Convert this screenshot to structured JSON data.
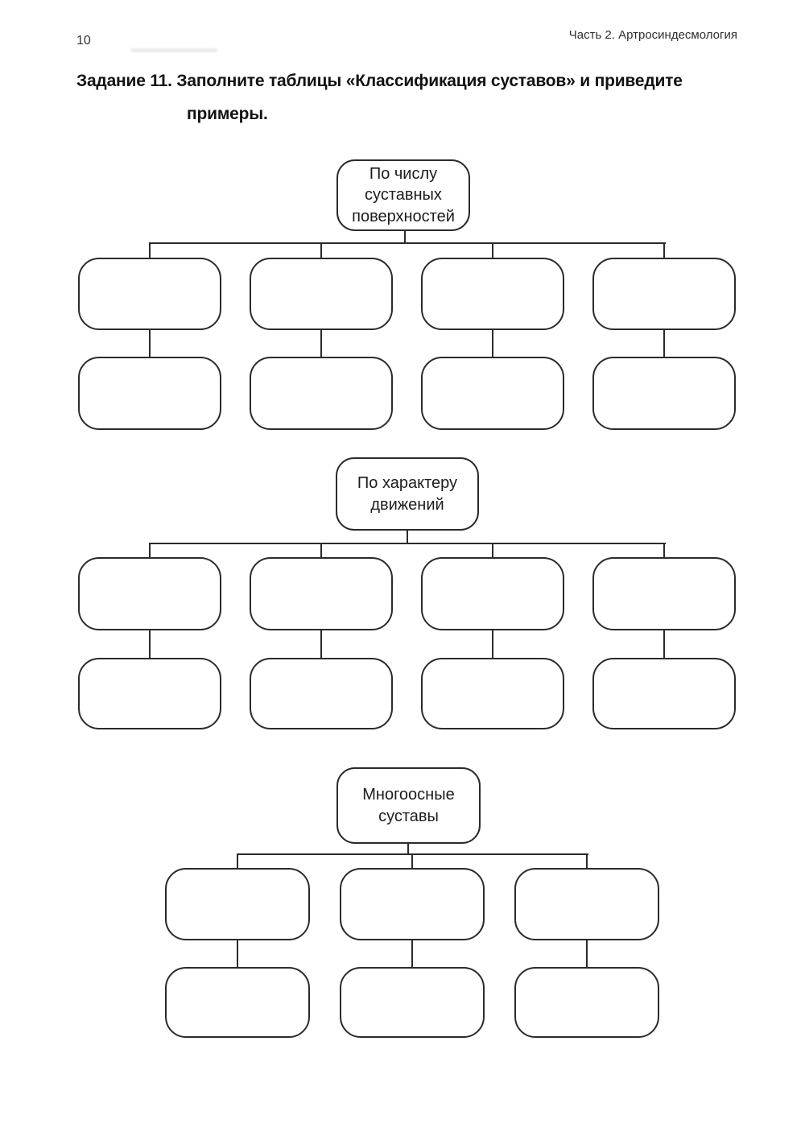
{
  "page": {
    "number": "10",
    "chapter_header": "Часть 2. Артросиндесмология",
    "task_title": {
      "line1": "Задание 11. Заполните таблицы «Классификация суставов» и приведите",
      "line2": "примеры."
    }
  },
  "colors": {
    "ink": "#2b2b2b",
    "paper": "#ffffff"
  },
  "diagrams": [
    {
      "root_label": "По числу суставных поверхностей",
      "columns": 4,
      "rows_per_column": 2,
      "answer_boxes": 8
    },
    {
      "root_label": "По характеру движений",
      "columns": 4,
      "rows_per_column": 2,
      "answer_boxes": 8
    },
    {
      "root_label": "Многоосные суставы",
      "columns": 3,
      "rows_per_column": 2,
      "answer_boxes": 6
    }
  ]
}
